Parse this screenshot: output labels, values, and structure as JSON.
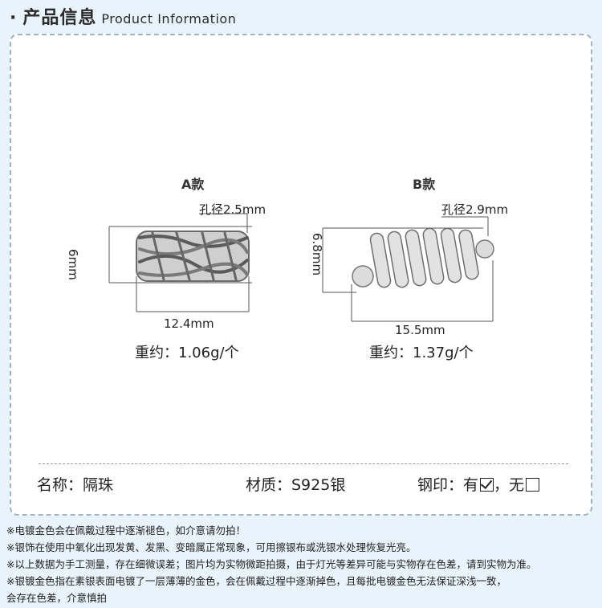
{
  "header": {
    "bullet": "·",
    "title_cn": "产品信息",
    "title_en": "Product Information"
  },
  "variants": [
    {
      "label": "A款",
      "hole": "孔径2.5mm",
      "height": "6mm",
      "length": "12.4mm",
      "weight": "重约：1.06g/个"
    },
    {
      "label": "B款",
      "hole": "孔径2.9mm",
      "height": "6.8mm",
      "length": "15.5mm",
      "weight": "重约：1.37g/个"
    }
  ],
  "specs": {
    "name": "名称：隔珠",
    "material": "材质：S925银",
    "stamp_prefix": "钢印：有",
    "stamp_yes_checked": true,
    "stamp_sep": "，无",
    "stamp_no_checked": false
  },
  "notes": [
    "※电镀金色会在佩戴过程中逐渐褪色，如介意请勿拍！",
    "※银饰在使用中氧化出现发黄、发黑、变暗属正常现象，可用擦银布或洗银水处理恢复光亮。",
    "※以上数据为手工测量，存在细微误差；图片均为实物微距拍摄，由于灯光等差异可能与实物存在色差，请到实物为准。",
    "※银镀金色指在素银表面电镀了一层薄薄的金色，会在佩戴过程中逐渐掉色，且每批电镀金色无法保证深浅一致，",
    "会存在色差，介意慎拍"
  ]
}
